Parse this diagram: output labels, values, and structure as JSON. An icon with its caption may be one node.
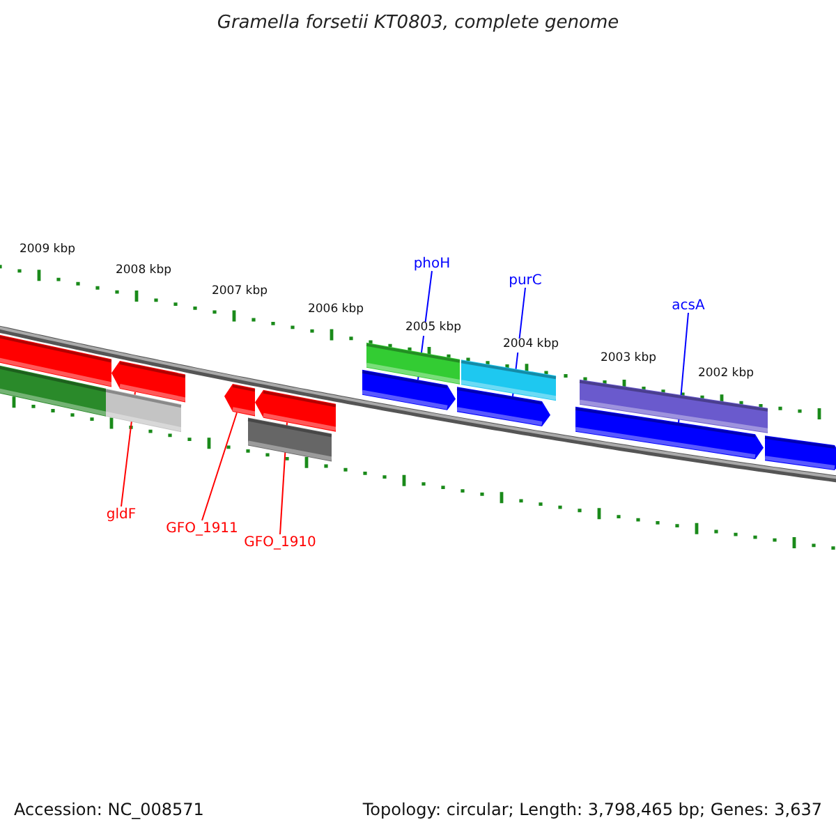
{
  "diagram": {
    "title": "Gramella forsetii KT0803, complete genome",
    "nodes": [
      {
        "text": [
          "phoH"
        ]
      },
      {
        "text": [
          "purC"
        ]
      },
      {
        "text": [
          "acsA"
        ]
      },
      {
        "text": [
          "gldF"
        ]
      },
      {
        "text": [
          "GFO_1911"
        ]
      },
      {
        "text": [
          "GFO_1910"
        ]
      },
      {
        "text": [],
        "shape": "bar"
      },
      {
        "text": [],
        "shape": "bar"
      },
      {
        "text": [],
        "shape": "bar"
      },
      {
        "text": [],
        "shape": "bar"
      },
      {
        "text": [],
        "shape": "bar"
      },
      {
        "text": [],
        "shape": "bar"
      },
      {
        "text": [],
        "shape": "bar"
      },
      {
        "text": [],
        "shape": "bar"
      },
      {
        "text": [],
        "shape": "bar"
      },
      {
        "text": [],
        "shape": "bar"
      },
      {
        "text": [],
        "shape": "bar"
      },
      {
        "text": [],
        "shape": "bar"
      },
      {
        "text": [],
        "shape": "bar"
      },
      {
        "text": [],
        "shape": "bar"
      }
    ],
    "edges": [
      {
        "from": 0,
        "to": 13,
        "arrow": "none",
        "color": "#0000ff"
      },
      {
        "from": 1,
        "to": 15,
        "arrow": "none",
        "color": "#0000ff"
      },
      {
        "from": 2,
        "to": 17,
        "arrow": "none",
        "color": "#0000ff"
      },
      {
        "from": 3,
        "to": 9,
        "arrow": "none",
        "color": "#ff0000"
      },
      {
        "from": 4,
        "to": 10,
        "arrow": "none",
        "color": "#ff0000"
      },
      {
        "from": 5,
        "to": 12,
        "arrow": "none",
        "color": "#ff0000"
      }
    ],
    "labels": [
      "2009 kbp",
      "2008 kbp",
      "2007 kbp",
      "2006 kbp",
      "2005 kbp",
      "2004 kbp",
      "2003 kbp",
      "2002 kbp",
      "Accession: NC_008571",
      "Topology: circular; Length: 3,798,465 bp; Genes: 3,637"
    ]
  }
}
